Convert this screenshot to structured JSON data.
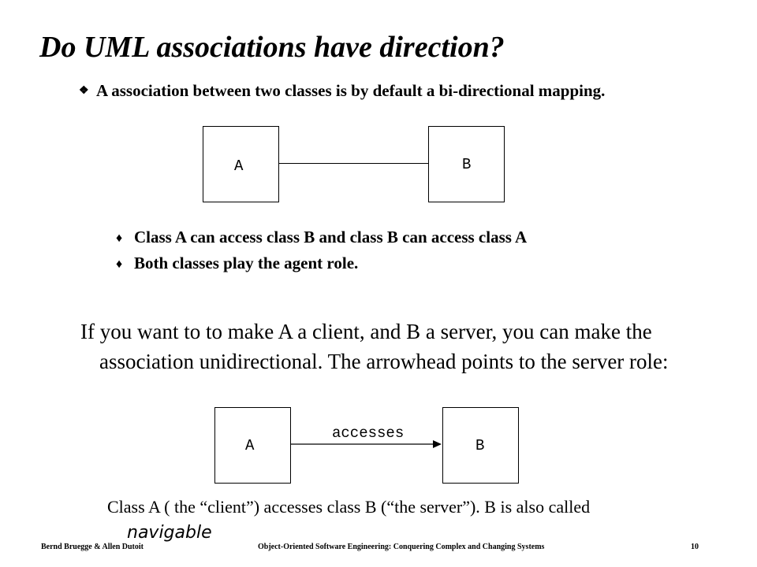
{
  "title": "Do UML associations have direction?",
  "bullet_main": "A association between two classes is by default a  bi-directional mapping.",
  "diagram1": {
    "class_a": "A",
    "class_b": "B"
  },
  "sub_bullets": [
    "Class A can access class B and class B can access class A",
    "Both classes play the agent role."
  ],
  "paragraph": "If you want to to make A a client, and B a server, you can make the association unidirectional. The arrowhead points to the server role:",
  "diagram2": {
    "class_a": "A",
    "class_b": "B",
    "association_label": "accesses"
  },
  "caption": "Class A ( the “client”) accesses class B (“the server”). B is also called",
  "caption_continued": "navigable",
  "footer": {
    "authors": "Bernd Bruegge & Allen Dutoit",
    "book": "Object-Oriented Software Engineering: Conquering Complex and Changing Systems",
    "page": "10"
  }
}
